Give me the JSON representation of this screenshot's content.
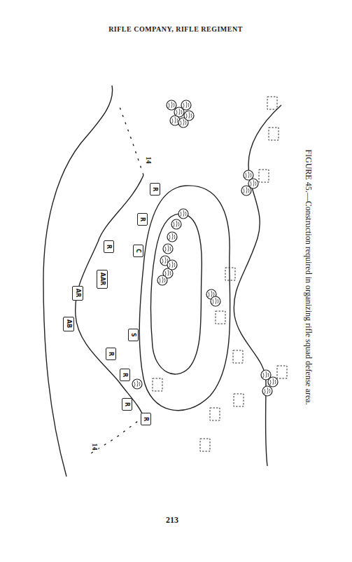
{
  "diagram": {
    "title": "RIFLE COMPANY, RIFLE REGIMENT",
    "caption": "FIGURE 45.—Construction required in organizing rifle squad defense area.",
    "nodes": [
      {
        "text": [
          "R"
        ]
      },
      {
        "text": [
          "R"
        ]
      },
      {
        "text": [
          "C"
        ]
      },
      {
        "text": [
          "R"
        ]
      },
      {
        "text": [
          "AAR"
        ]
      },
      {
        "text": [
          "AR"
        ]
      },
      {
        "text": [
          "AB"
        ]
      },
      {
        "text": [
          "S"
        ]
      },
      {
        "text": [
          "R"
        ]
      },
      {
        "text": [
          "R"
        ]
      },
      {
        "text": [
          "R"
        ]
      },
      {
        "text": [
          "R"
        ]
      }
    ],
    "labels": [
      "14",
      "14",
      "213"
    ]
  }
}
